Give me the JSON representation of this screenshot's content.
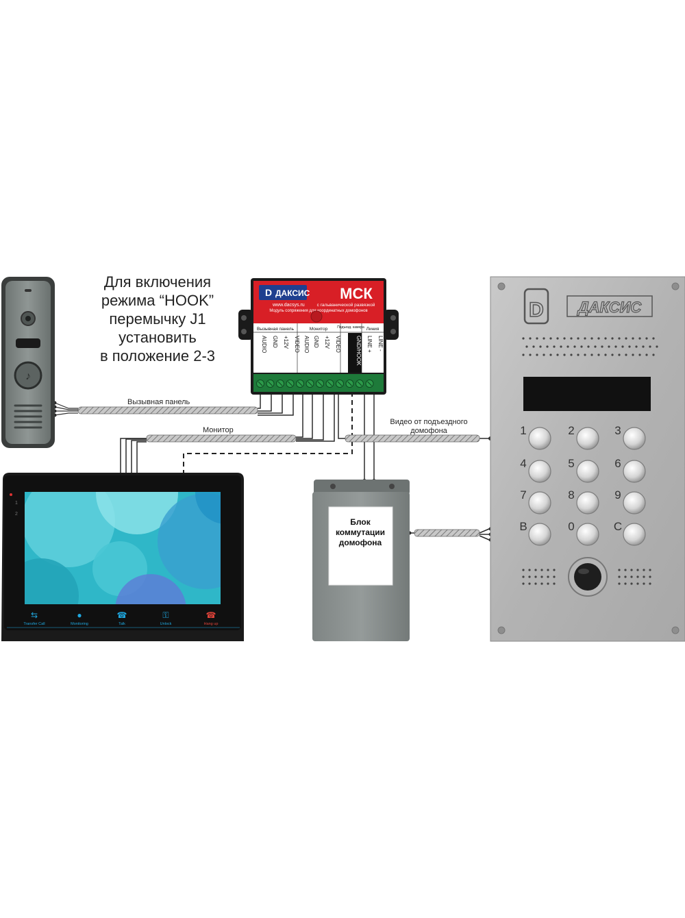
{
  "note": {
    "lines": [
      "Для включения",
      "режима “HOOK”",
      "перемычку J1",
      "установить",
      "в положение 2-3"
    ]
  },
  "module": {
    "brand": "ДАКСИС",
    "model": "МСК",
    "website": "www.dacsys.ru",
    "subtitle_1": "с гальванической развязкой",
    "subtitle_2": "Модуль сопряжения для координатных домофонов",
    "groups": [
      "Вызывная панель",
      "Монитор",
      "Подъезд. камера",
      "Линия"
    ],
    "terminals": [
      "AUDIO",
      "GND",
      "+12V",
      "VIDEO",
      "AUDIO",
      "GND",
      "+12V",
      "VIDEO",
      "GND/HOOK",
      "LINE +",
      "LINE -"
    ]
  },
  "labels": {
    "call_panel_cable": "Вызывная панель",
    "monitor_cable": "Монитор",
    "video_from_intercom_1": "Видео от подъездного",
    "video_from_intercom_2": "домофона"
  },
  "switch_box": {
    "line_1": "Блок",
    "line_2": "коммутации",
    "line_3": "домофона"
  },
  "panel": {
    "brand": "ДАКСИС",
    "keys": [
      "1",
      "2",
      "3",
      "4",
      "5",
      "6",
      "7",
      "8",
      "9",
      "B",
      "0",
      "C"
    ]
  },
  "monitor": {
    "buttons": [
      "Transfer Call",
      "Monitoring",
      "Talk",
      "Unlock",
      "Hang up"
    ],
    "side_marks": [
      "1",
      "2"
    ]
  },
  "colors": {
    "module_red": "#d81f26",
    "hang_up_red": "#e0433a",
    "monitor_accent": "#1fa8e0"
  }
}
